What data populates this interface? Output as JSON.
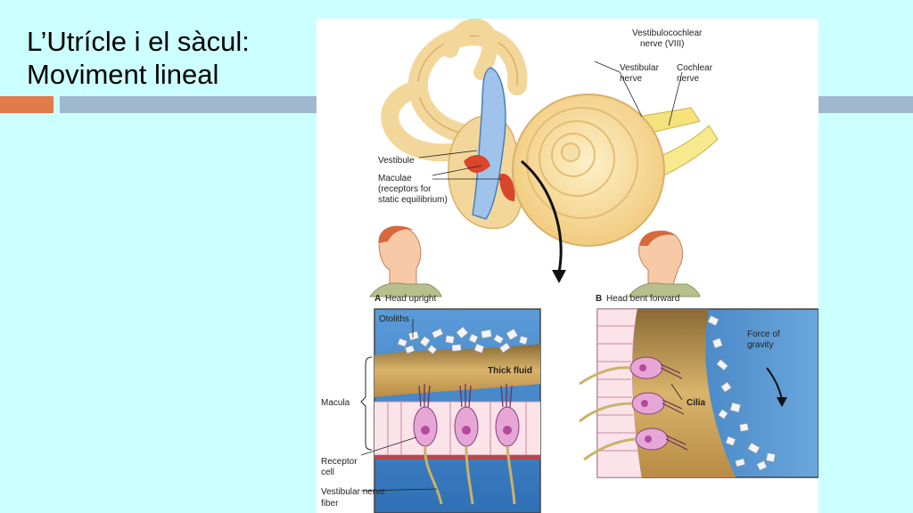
{
  "slide": {
    "title_line1": "L’Utrícle i el sàcul:",
    "title_line2": "Moviment lineal"
  },
  "figure": {
    "labels": {
      "vestibulocochlear_1": "Vestibulocochlear",
      "vestibulocochlear_2": "nerve (VIII)",
      "vestibular_1": "Vestibular",
      "vestibular_2": "nerve",
      "cochlear_1": "Cochlear",
      "cochlear_2": "nerve",
      "vestibule": "Vestibule",
      "maculae_1": "Maculae",
      "maculae_2": "(receptors for",
      "maculae_3": "static equilibrium)",
      "panel_a_letter": "A",
      "panel_a": "Head upright",
      "panel_b_letter": "B",
      "panel_b": "Head bent forward",
      "otoliths": "Otoliths",
      "thick_fluid": "Thick fluid",
      "macula": "Macula",
      "receptor_1": "Receptor",
      "receptor_2": "cell",
      "vestibular_fiber_1": "Vestibular nerve",
      "vestibular_fiber_2": "fiber",
      "force_1": "Force of",
      "force_2": "gravity",
      "cilia": "Cilia"
    }
  },
  "colors": {
    "background": "#ccffff",
    "accent_orange": "#e07b4a",
    "accent_blue": "#9fb8cf",
    "fluid_blue": "#3d7fc4",
    "gel_tan": "#c49a52",
    "hair_cell_pink": "#e6a6d6"
  }
}
